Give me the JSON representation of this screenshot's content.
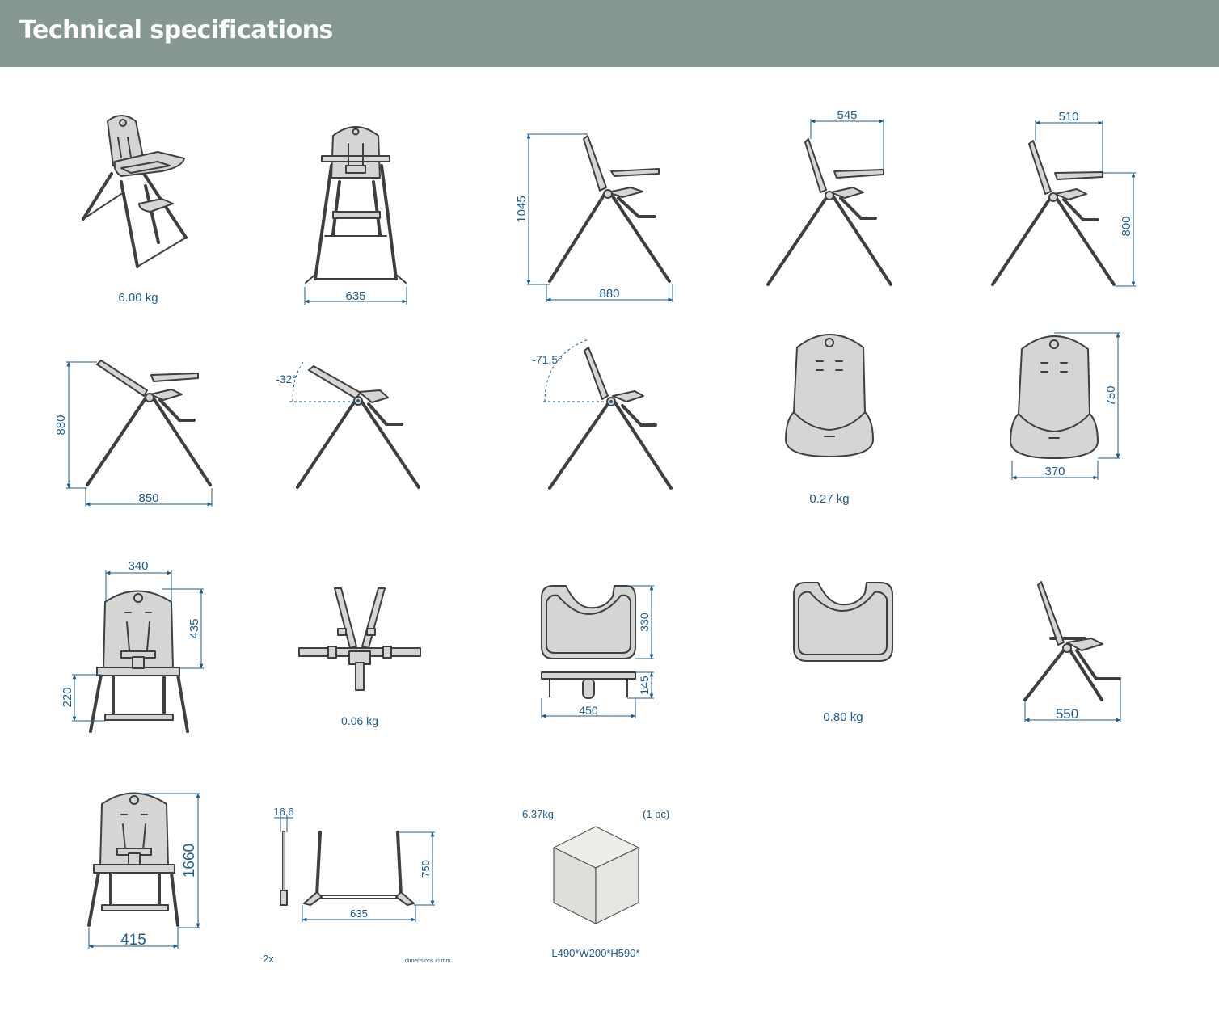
{
  "header": {
    "title": "Technical specifications"
  },
  "colors": {
    "header_bg": "#879890",
    "dimension": "#1d5b8c",
    "product_fill": "#d5d5d3",
    "carton_top": "#eeeee9",
    "carton_left": "#dedfd9",
    "carton_right": "#e6e6e0"
  },
  "row1": {
    "weight": "6.00 kg",
    "front_width": "635",
    "side_height": "1045",
    "side_depth": "880",
    "tray_pos1_depth": "545",
    "tray_pos2_depth": "510",
    "tray_pos2_height": "800"
  },
  "row2": {
    "height": "880",
    "depth": "850",
    "recline_angle_1": "-32°",
    "recline_angle_2": "-71.5°",
    "cushion_weight": "0.27 kg",
    "cushion_height": "750",
    "cushion_width": "370"
  },
  "row3": {
    "seat_width": "340",
    "backrest_height": "435",
    "seat_height": "220",
    "harness_weight": "0.06 kg",
    "tray_depth": "330",
    "tray_height": "145",
    "tray_width": "450",
    "tray_weight": "0.80 kg",
    "folded_depth": "550"
  },
  "row4": {
    "packed_height": "1660",
    "packed_width": "415",
    "leg_thickness": "16.6",
    "leg_height": "750",
    "leg_width": "635",
    "leg_qty": "2x",
    "units_note": "dimensions in mm",
    "carton_weight": "6.37kg",
    "carton_qty": "(1 pc)",
    "carton_size": "L490*W200*H590*"
  }
}
